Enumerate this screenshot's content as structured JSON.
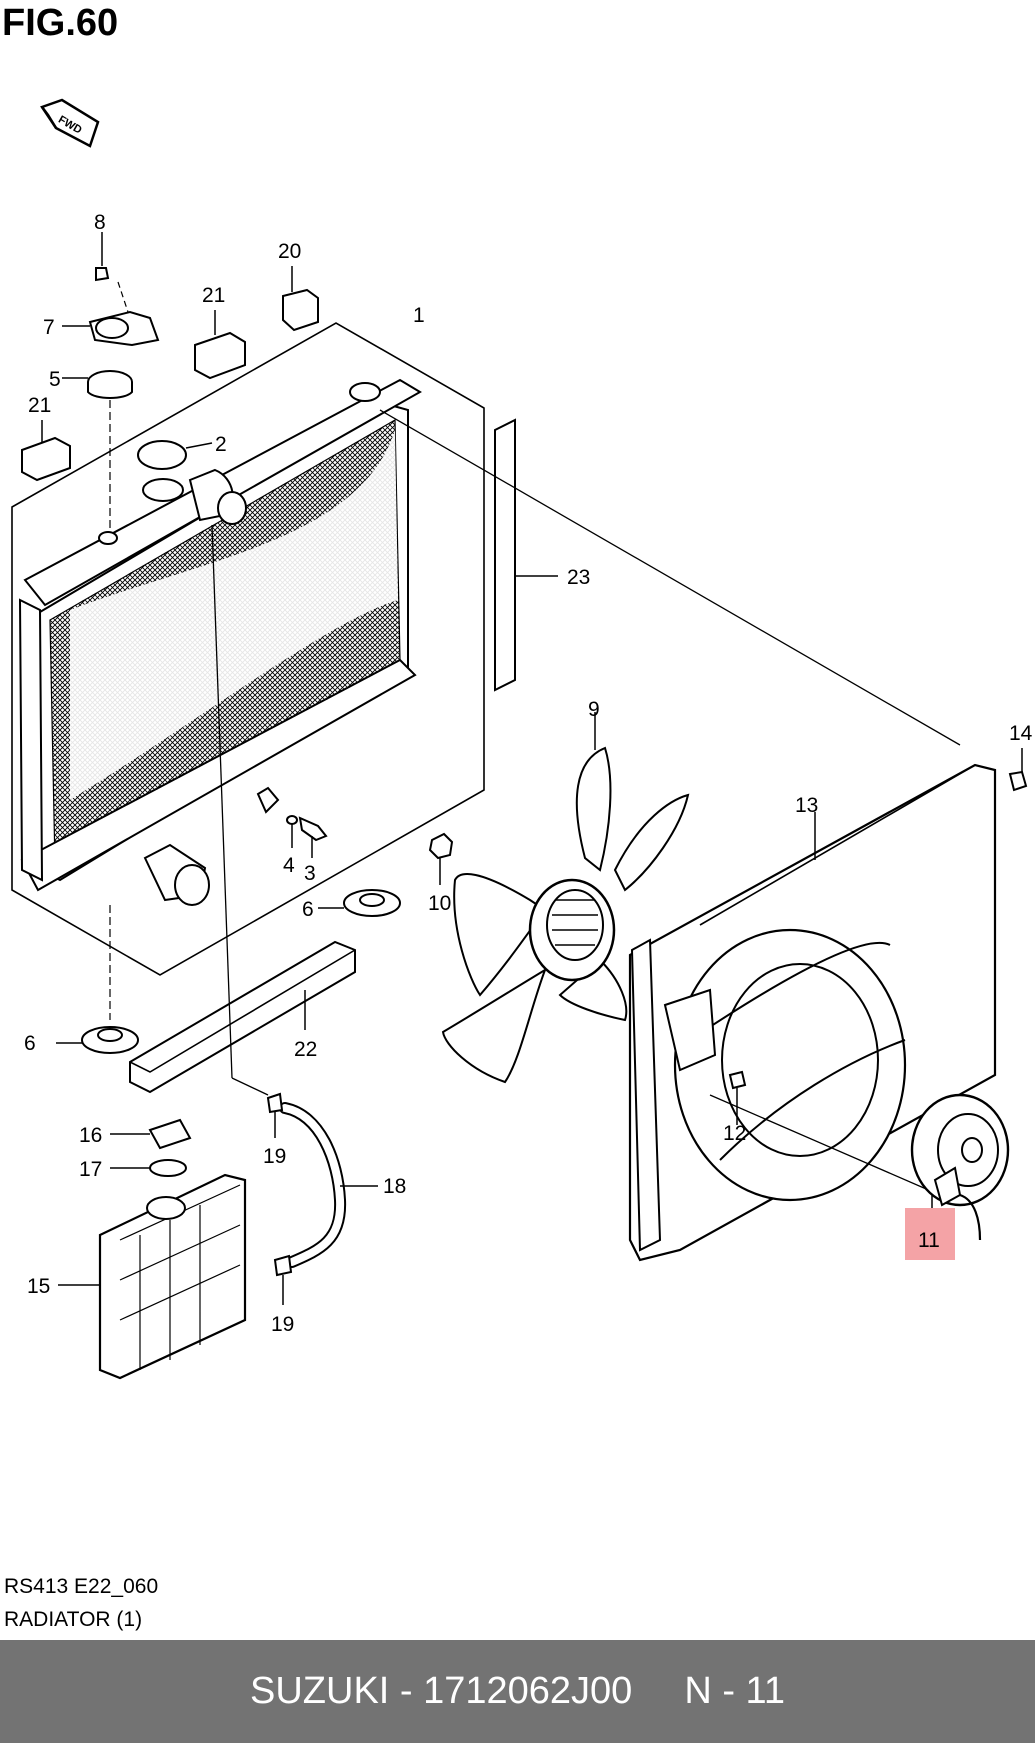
{
  "figure_title": "FIG.60",
  "fwd_label": "FWD",
  "part_labels": {
    "p1": "1",
    "p2": "2",
    "p3": "3",
    "p4": "4",
    "p5": "5",
    "p6a": "6",
    "p6b": "6",
    "p7": "7",
    "p8": "8",
    "p9": "9",
    "p10": "10",
    "p11": "11",
    "p12": "12",
    "p13": "13",
    "p14": "14",
    "p15": "15",
    "p16": "16",
    "p17": "17",
    "p18": "18",
    "p19a": "19",
    "p19b": "19",
    "p20": "20",
    "p21a": "21",
    "p21b": "21",
    "p22": "22",
    "p23": "23"
  },
  "highlighted_part": "11",
  "highlight_color": "#f4a3a6",
  "caption": {
    "code": "RS413 E22_060",
    "name": "RADIATOR (1)"
  },
  "footer": {
    "brand_part": "SUZUKI - 1712062J00",
    "ref": "N - 11",
    "background": "#737373"
  }
}
